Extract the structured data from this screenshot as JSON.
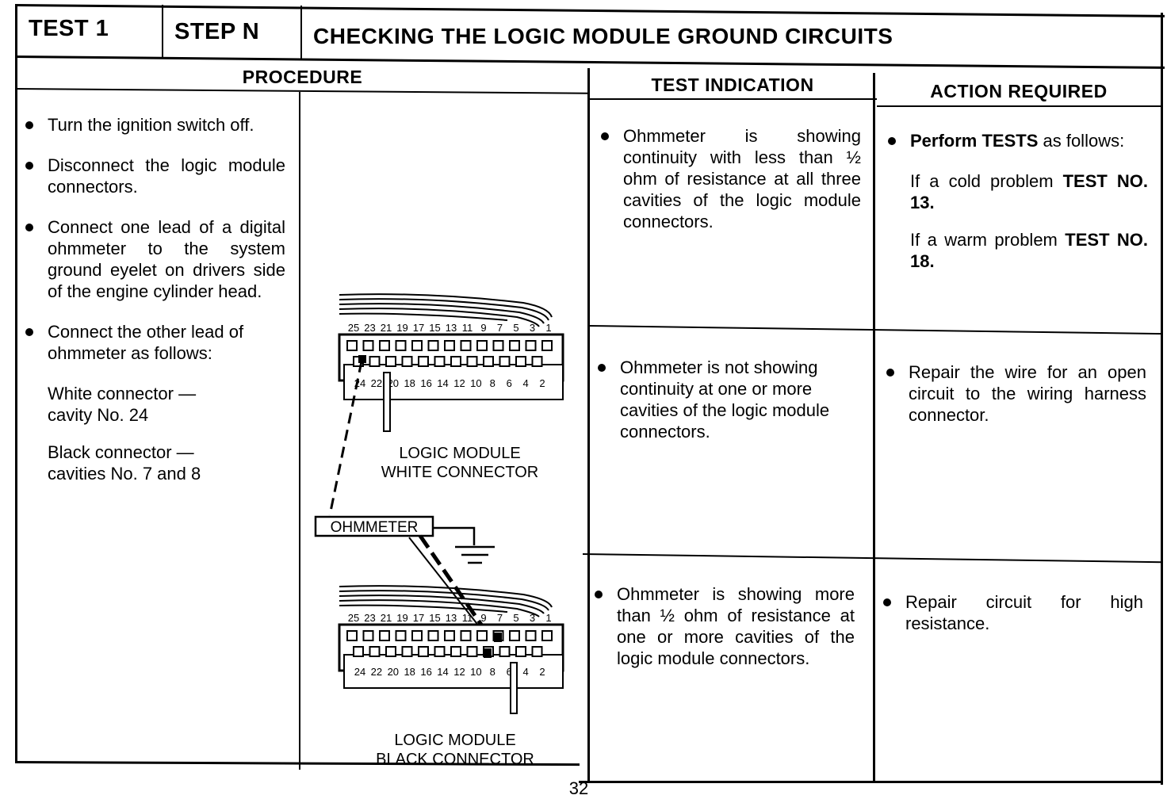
{
  "header": {
    "test": "TEST 1",
    "step": "STEP N",
    "title": "CHECKING THE LOGIC MODULE GROUND CIRCUITS"
  },
  "columns": {
    "procedure": "PROCEDURE",
    "test_indication": "TEST INDICATION",
    "action_required": "ACTION REQUIRED"
  },
  "procedure": {
    "steps": [
      "Turn the ignition switch off.",
      "Disconnect the logic module connectors.",
      "Connect one lead of a digital ohmmeter to the system ground eyelet on drivers side of the engine cylinder head.",
      "Connect the other lead of ohmmeter as follows:"
    ],
    "white_connector": "White connector — cavity No. 24",
    "black_connector": "Black connector — cavities No. 7 and 8"
  },
  "diagram": {
    "ohmmeter_label": "OHMMETER",
    "white_caption_1": "LOGIC MODULE",
    "white_caption_2": "WHITE CONNECTOR",
    "black_caption_1": "LOGIC MODULE",
    "black_caption_2": "BLACK CONNECTOR",
    "odd_pins": [
      "25",
      "23",
      "21",
      "19",
      "17",
      "15",
      "13",
      "11",
      "9",
      "7",
      "5",
      "3",
      "1"
    ],
    "even_pins": [
      "24",
      "22",
      "20",
      "18",
      "16",
      "14",
      "12",
      "10",
      "8",
      "6",
      "4",
      "2"
    ]
  },
  "rows": [
    {
      "indication": "Ohmmeter is showing continuity with less than ½ ohm of resistance at all three cavities of the logic module connectors.",
      "action_bold": "Perform TESTS",
      "action_rest": " as follows:",
      "sub1_text": "If a cold problem ",
      "sub1_bold": "TEST NO. 13.",
      "sub2_text": "If a warm problem ",
      "sub2_bold": "TEST NO. 18."
    },
    {
      "indication": "Ohmmeter is not showing continuity at one or more cavities of the logic module connectors.",
      "action": "Repair the wire for an open circuit to the wiring harness connector."
    },
    {
      "indication": "Ohmmeter is showing more than ½ ohm of resistance at one or more cavities of the logic module connectors.",
      "action": "Repair circuit for high resistance."
    }
  ],
  "page_number": "32"
}
